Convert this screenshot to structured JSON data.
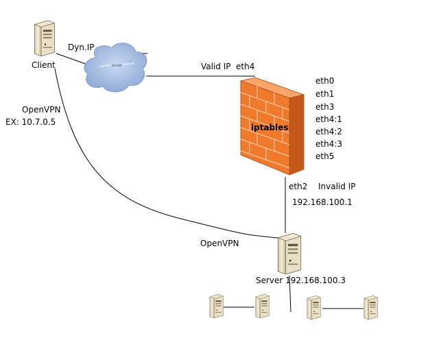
{
  "nodes": {
    "client": {
      "label": "Client"
    },
    "internet": {
      "label": "Dyn.IP",
      "cloud_text": "NUVEM"
    },
    "firewall": {
      "label": "iptables",
      "uplink_label": "Valid IP",
      "uplink_iface": "eth4",
      "interfaces": [
        "eth0",
        "eth1",
        "eth3",
        "eth4:1",
        "eth4:2",
        "eth4:3",
        "eth5"
      ],
      "lan_iface": "eth2",
      "lan_note": "Invalid IP",
      "lan_ip": "192.168.100.1"
    },
    "vpn": {
      "label": "OpenVPN",
      "client_ip": "EX: 10.7.0.5",
      "server_label": "OpenVPN"
    },
    "server": {
      "label": "Server 192.168.100.3"
    }
  },
  "colors": {
    "firewall_orange": "#f07a2c",
    "firewall_dark": "#c4591a",
    "cloud_blue": "#a9bfe3",
    "server_beige": "#e9dfc6"
  }
}
